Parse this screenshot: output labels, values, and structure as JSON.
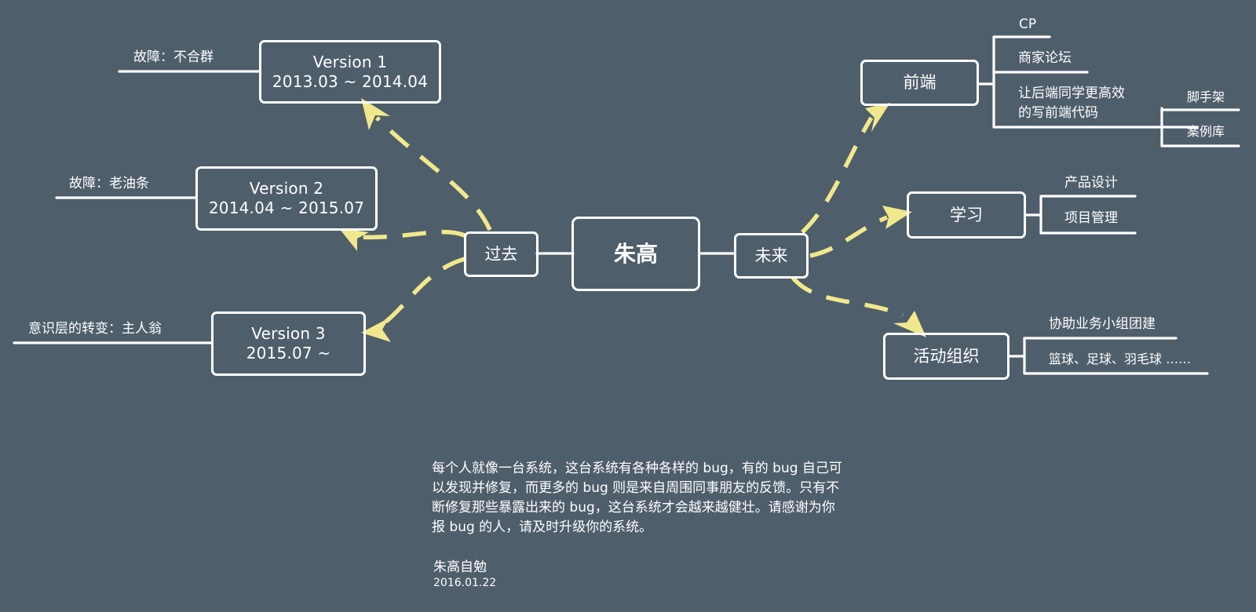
{
  "center": {
    "label": "朱高"
  },
  "past": {
    "label": "过去",
    "versions": [
      {
        "title": "Version 1",
        "period": "2013.03 ~ 2014.04",
        "note": "故障：不合群"
      },
      {
        "title": "Version 2",
        "period": "2014.04 ~ 2015.07",
        "note": "故障：老油条"
      },
      {
        "title": "Version 3",
        "period": "2015.07 ~",
        "note": "意识层的转变：主人翁"
      }
    ]
  },
  "future": {
    "label": "未来",
    "frontend": {
      "label": "前端",
      "items": [
        "CP",
        "商家论坛",
        "让后端同学更高效\n的写前端代码"
      ],
      "sub_items": [
        "脚手架",
        "案例库"
      ]
    },
    "study": {
      "label": "学习",
      "items": [
        "产品设计",
        "项目管理"
      ]
    },
    "activities": {
      "label": "活动组织",
      "items": [
        "协助业务小组团建",
        "篮球、足球、羽毛球 ……"
      ]
    }
  },
  "note": {
    "text": "每个人就像一台系统，这台系统有各种各样的 bug，有的 bug 自己可以发现并修复，而更多的 bug 则是来自周围同事朋友的反馈。只有不断修复那些暴露出来的 bug，这台系统才会越来越健壮。请感谢为你报 bug 的人，请及时升级你的系统。",
    "signature": "朱高自勉",
    "date": "2016.01.22"
  },
  "colors": {
    "background": "#4f5e6b",
    "line": "#ffffff",
    "arrow": "#f1e88d"
  }
}
